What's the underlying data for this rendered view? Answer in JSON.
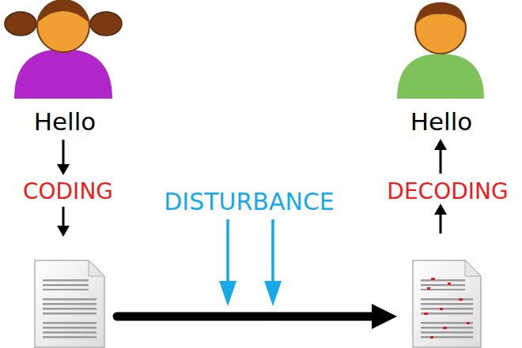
{
  "diagram": {
    "labels": [
      "Hello",
      "CODING",
      "DISTURBANCE",
      "Hello",
      "DECODING"
    ]
  }
}
